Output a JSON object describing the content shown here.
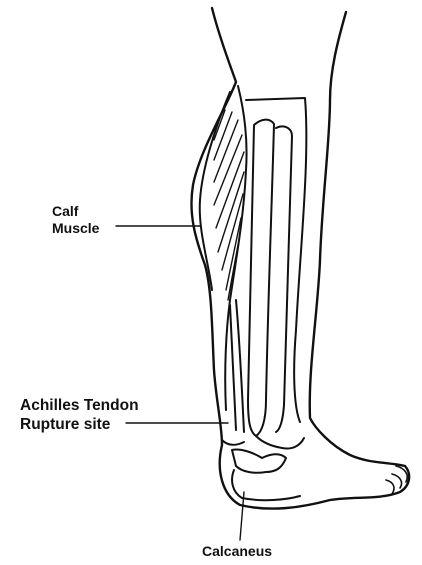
{
  "labels": {
    "calf_muscle": {
      "line1": "Calf",
      "line2": "Muscle"
    },
    "achilles_tendon": {
      "line1": "Achilles Tendon",
      "line2": "Rupture site"
    },
    "calcaneus": "Calcaneus"
  },
  "colors": {
    "ink": "#111111",
    "background": "#ffffff"
  }
}
